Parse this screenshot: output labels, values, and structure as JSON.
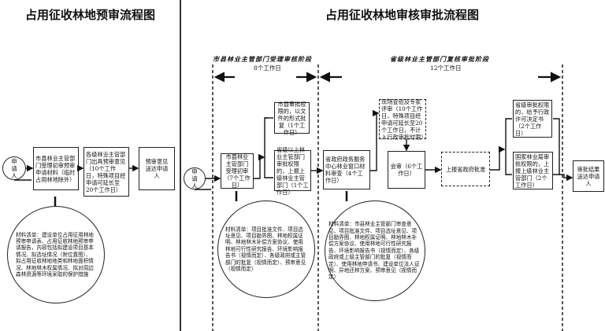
{
  "left_chart": {
    "title": "占用征收林地预审流程图",
    "applicant": "申请人",
    "steps": [
      "市县林业主管部门受理初审预审申请材料（临时占用林地除外）",
      "各级林业主管部门出具预审意见（10个工作日，特殊项目经申请可延长至20个工作日）",
      "预审意见送达申请人"
    ],
    "materials": "材料清单：建设单位占用征用林地预审申请表、占用征收林地预审申请报告，内容包括拟建设项目基本情况、拟选址情况（附位置图）、拟占用征收林地地类和林地面积情况、林地林木权属情况、拟对周边森林资源等环境采取的保护措施"
  },
  "right_chart": {
    "title": "占用征收林地审核审批流程图",
    "stages": [
      {
        "name": "市县林业主管部门受理审核阶段",
        "days": "8个工作日"
      },
      {
        "name": "省级林业主管部门复核审批阶段",
        "days": "12个工作日"
      }
    ],
    "applicant": "申请人",
    "steps": {
      "county_initial": "市县林业主管部门受理初审（7个工作日）",
      "county_approve": "市县审批权限的，以文件的形式批复（1个工作日）",
      "county_report": "省级以上林业主管部门审批权限的，上报上级林业主管部门（1个工作日）",
      "province_window": "省政府政务服务中心林业窗口材料审查（4个工作日）",
      "site_inspection": "现场查验及专家评审（10个工作日，特殊项目经申请可延长至20个工作日，不计入行政审批时限）",
      "joint_review": "会审（6个工作日）",
      "report_gov": "上报省政府批准",
      "province_decision": "省级审批权限的，给予行政许可决定书（2个工作日）",
      "national_report": "国家林业局审批权限的，上报上级林业主管部门（2个工作日）",
      "deliver": "审批结果送达申请人"
    },
    "materials_county": "材料清单：项目批准文件、项目选址意见、项目勘界图、林地权属证明、林地林木补偿方案协议、使用林地可行性研究报告、环境影响报告书（视情而定）、各级政府或主管部门的批复（视情而定）、预审意见（视情而定）",
    "materials_province": "材料清单：市县林业主管部门审查意见、项目批准文件、项目选址意见、项目勘界图、林地权属证明、林地林木补偿方案协议、使用林地可行性研究报告、环境影响报告书（视情而定）、各级政府或上级主管部门的批复（视情而定）、使用林地申请书、建设单位法人证明、异地还林方案、预审意见（视情而定）"
  }
}
